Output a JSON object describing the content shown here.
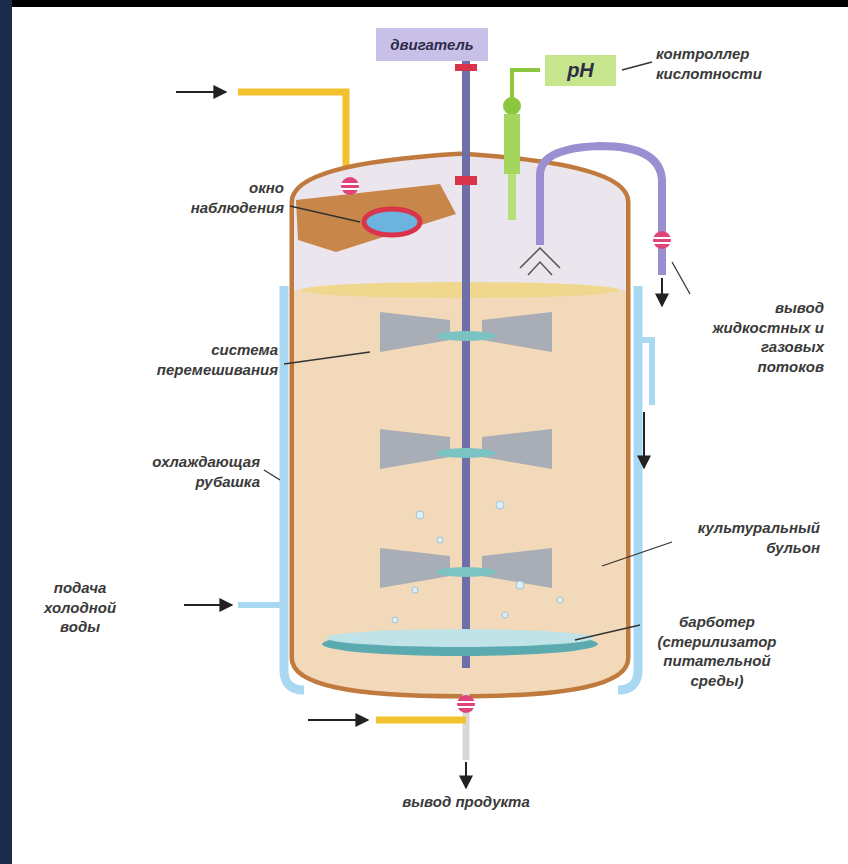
{
  "diagram": {
    "nodes": [
      {
        "text": [
          "двигатель"
        ]
      },
      {
        "text": [
          "pH"
        ]
      }
    ],
    "labels": [
      "контроллер кислотности",
      "окно наблюдения",
      "система перемешивания",
      "охлаждающая рубашка",
      "подача холодной воды",
      "вывод жидкостных и газовых потоков",
      "культуральный бульон",
      "барботер (стерилизатор питательной среды)",
      "вывод продукта"
    ]
  }
}
